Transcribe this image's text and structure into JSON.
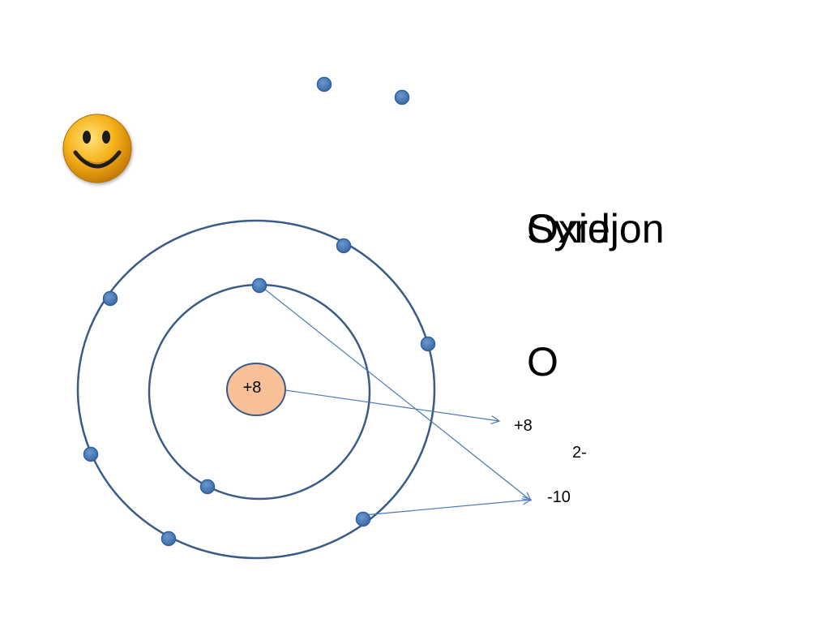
{
  "slide": {
    "title_primary": "Oxid",
    "title_overlap": "Syrejon",
    "element_symbol": "O",
    "nucleus_charge": "+8",
    "proton_annotation": "+8",
    "ion_charge": "2-",
    "electron_annotation": "-10"
  },
  "icons": {
    "smiley": "smiley-face-icon"
  },
  "colors": {
    "orbit": "#3a5a88",
    "electron_fill": "#4f81bd",
    "electron_stroke": "#2f5f98",
    "nucleus_fill": "#f7c096",
    "nucleus_stroke": "#3a5a88",
    "arrow": "#4a7ab5",
    "smiley_face": "#f5b21b",
    "smiley_eyes": "#1a1a1a"
  },
  "diagram": {
    "electron_count_inner_shell": 2,
    "electron_count_outer_shell": 6,
    "electron_count_free": 2
  }
}
